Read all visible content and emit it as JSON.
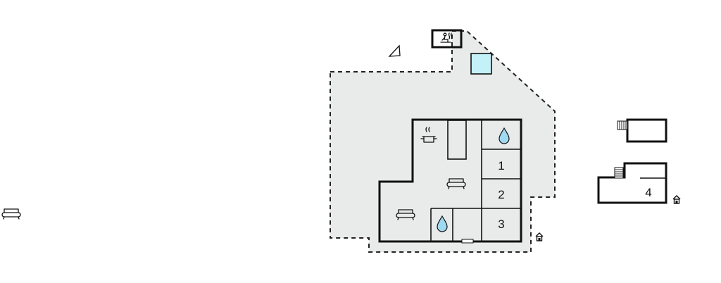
{
  "floor_plan": {
    "rooms": [
      {
        "label": "1"
      },
      {
        "label": "2"
      },
      {
        "label": "3"
      },
      {
        "label": "4"
      }
    ],
    "icons": {
      "sofa": "sofa-icon",
      "kitchen": "cooking-pot-icon",
      "shower": "water-drop-icon",
      "sauna": "sauna-icon",
      "entrance": "entrance-house-icon",
      "stairs": "stairs-icon",
      "compass": "north-arrow-icon"
    },
    "colors": {
      "terrace": "#e8ebea",
      "pool": "#c4f0f8",
      "water_drop": "#9fdaf0",
      "walls": "#111111"
    }
  }
}
